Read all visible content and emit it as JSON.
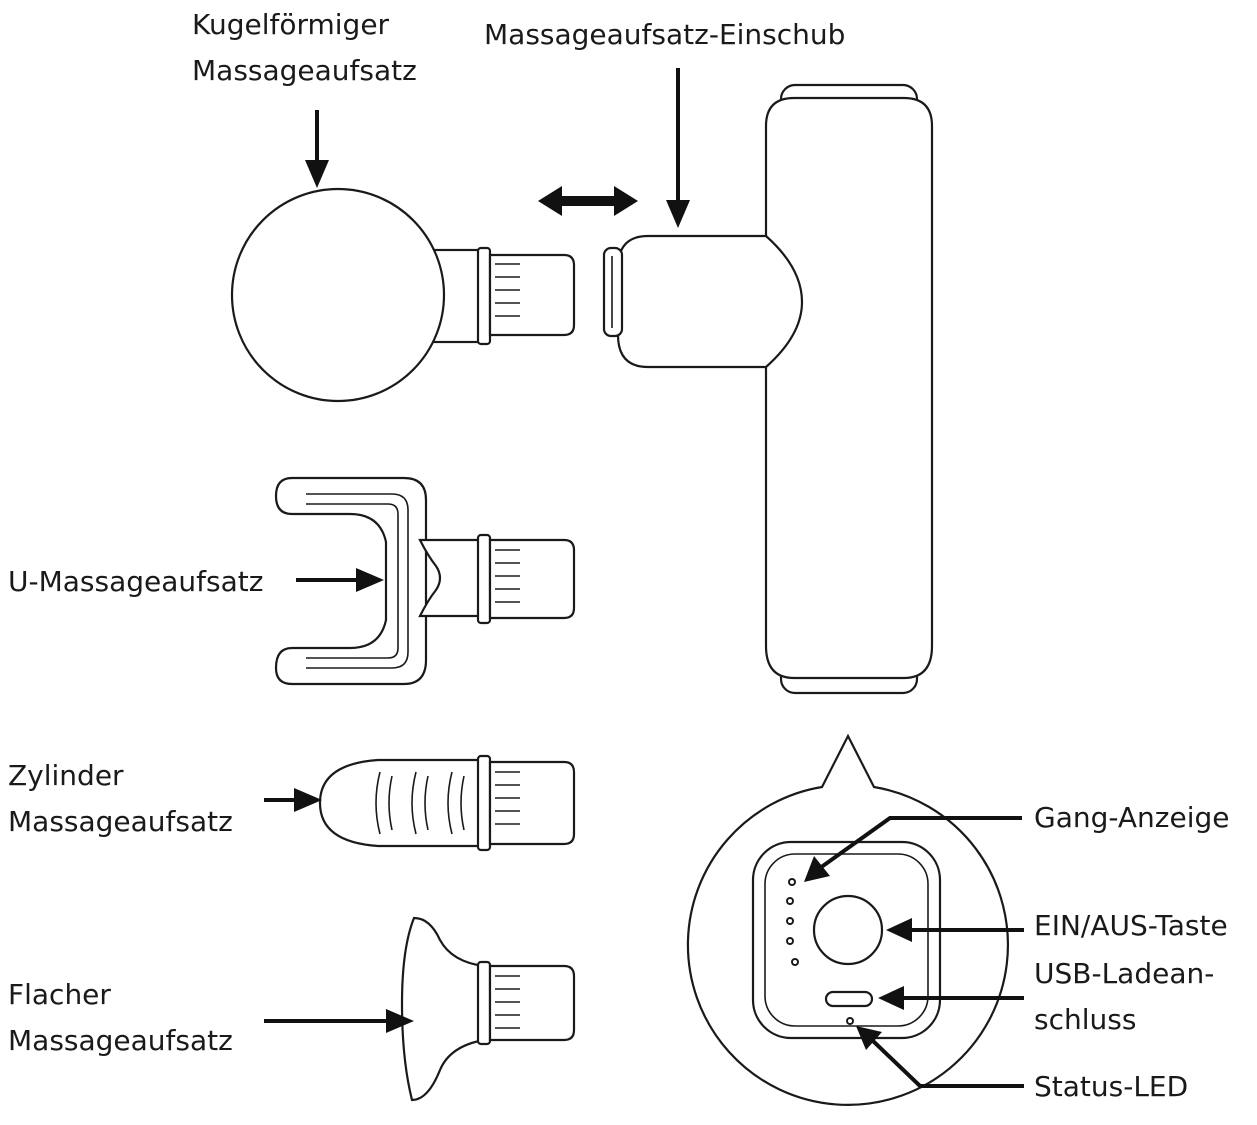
{
  "labels": {
    "ball_attachment": [
      "Kugelförmiger",
      "Massageaufsatz"
    ],
    "attachment_slot": "Massageaufsatz-Einschub",
    "u_attachment": "U-Massageaufsatz",
    "cylinder_attachment": [
      "Zylinder",
      "Massageaufsatz"
    ],
    "flat_attachment": [
      "Flacher",
      "Massageaufsatz"
    ],
    "gear_indicator": "Gang-Anzeige",
    "power_button": "EIN/AUS-Taste",
    "usb_port": [
      "USB-Ladean-",
      "schluss"
    ],
    "status_led": "Status-LED"
  }
}
